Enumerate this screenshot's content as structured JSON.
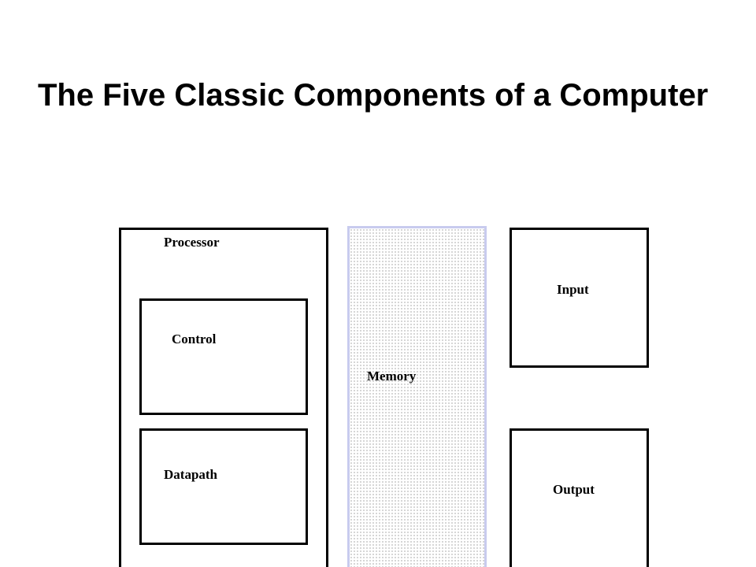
{
  "slide": {
    "title": "The Five Classic Components of a Computer"
  },
  "diagram": {
    "processor": {
      "label": "Processor"
    },
    "control": {
      "label": "Control"
    },
    "datapath": {
      "label": "Datapath"
    },
    "memory": {
      "label": "Memory",
      "border_color": "#c8cbee"
    },
    "input": {
      "label": "Input"
    },
    "output": {
      "label": "Output"
    }
  }
}
